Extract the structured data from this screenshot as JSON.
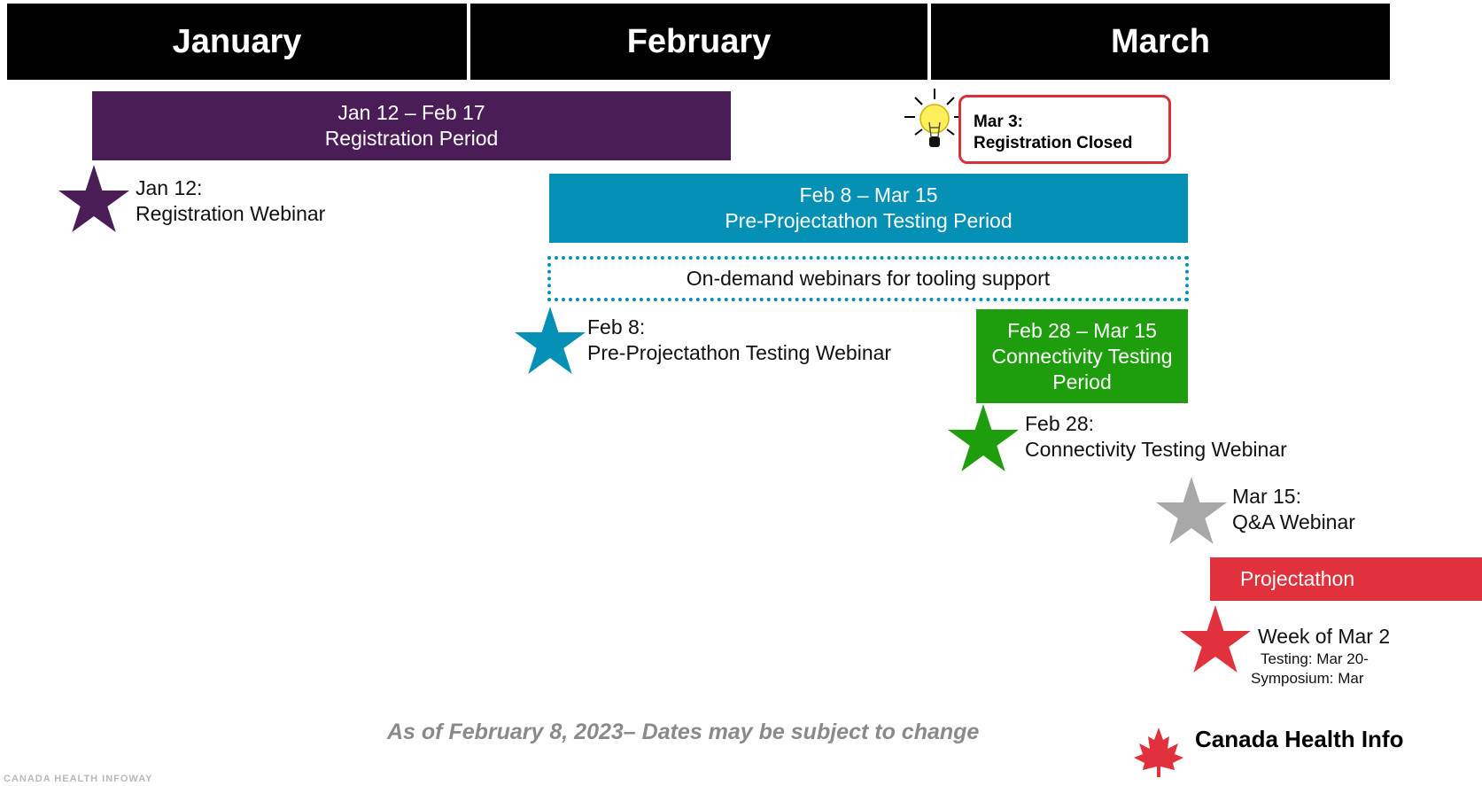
{
  "months": [
    "January",
    "February",
    "March"
  ],
  "registration_bar": {
    "dates": "Jan 12 – Feb 17",
    "label": "Registration Period",
    "color": "#4a1d56"
  },
  "registration_closed": {
    "title": "Mar 3:",
    "label": "Registration Closed",
    "border_color": "#d6323c"
  },
  "registration_webinar": {
    "date": "Jan 12:",
    "label": "Registration Webinar",
    "star_color": "#4a1d56"
  },
  "testing_bar": {
    "dates": "Feb 8 – Mar 15",
    "label": "Pre-Projectathon Testing Period",
    "color": "#0591b5"
  },
  "on_demand": {
    "label": "On-demand webinars for tooling support"
  },
  "testing_webinar": {
    "date": "Feb 8:",
    "label": "Pre-Projectathon Testing Webinar",
    "star_color": "#0591b5"
  },
  "connectivity_bar": {
    "dates": "Feb 28 – Mar 15",
    "label_line1": "Connectivity Testing",
    "label_line2": "Period",
    "color": "#1f9e0d"
  },
  "connectivity_webinar": {
    "date": "Feb 28:",
    "label": "Connectivity Testing Webinar",
    "star_color": "#1f9e0d"
  },
  "qa_webinar": {
    "date": "Mar 15:",
    "label": "Q&A Webinar",
    "star_color": "#a8a8a8"
  },
  "projectathon_bar": {
    "label": "Projectathon",
    "color": "#e1313d"
  },
  "projectathon_event": {
    "week": "Week of Mar 2",
    "testing": "Testing: Mar 20-",
    "symposium": "Symposium: Mar",
    "star_color": "#e1313d"
  },
  "footer": {
    "note": "As of February 8, 2023– Dates may be subject to change",
    "brand": "Canada Health Info",
    "left_text": "CANADA HEALTH INFOWAY"
  },
  "icons": [
    "star-icon",
    "lightbulb-icon",
    "maple-leaf-icon"
  ]
}
